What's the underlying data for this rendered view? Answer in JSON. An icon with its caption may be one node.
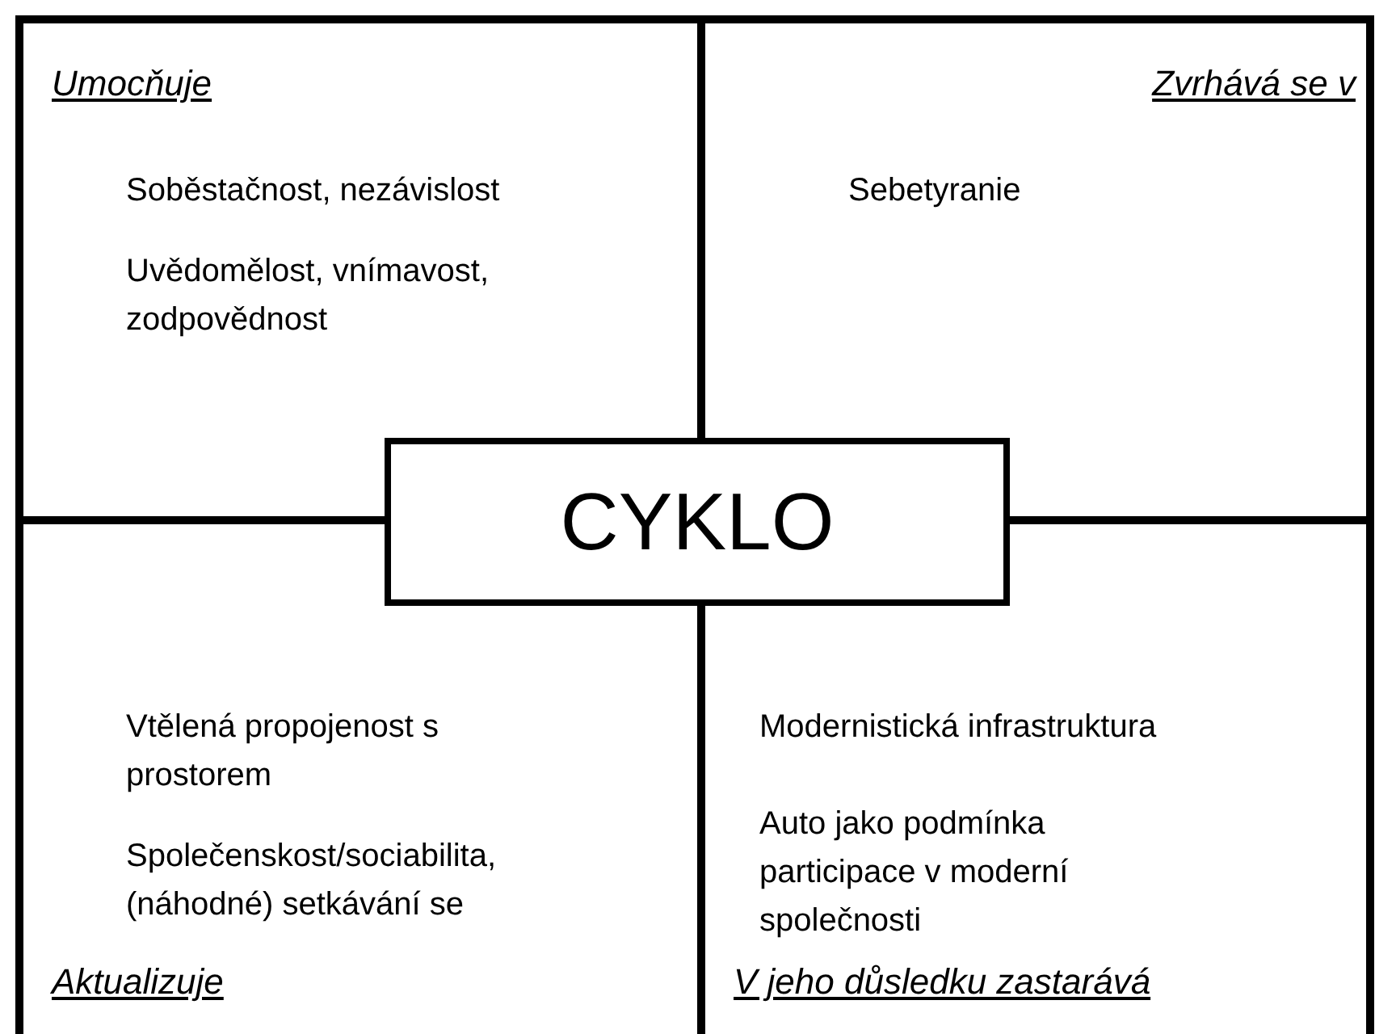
{
  "diagram": {
    "nodes": [
      {
        "text": [
          "Umocňuje",
          "Soběstačnost, nezávislost",
          "Uvědomělost, vnímavost, zodpovědnost"
        ]
      },
      {
        "text": [
          "Zvrhává se v",
          "Sebetyranie"
        ]
      },
      {
        "text": [
          "CYKLO"
        ]
      },
      {
        "text": [
          "Vtělená propojenost s prostorem",
          "Společenskost/sociabilita, (náhodné) setkávání se",
          "Aktualizuje"
        ]
      },
      {
        "text": [
          "Modernistická infrastruktura",
          "Auto jako podmínka participace v moderní společnosti",
          "V jeho důsledku zastarává"
        ]
      }
    ]
  }
}
